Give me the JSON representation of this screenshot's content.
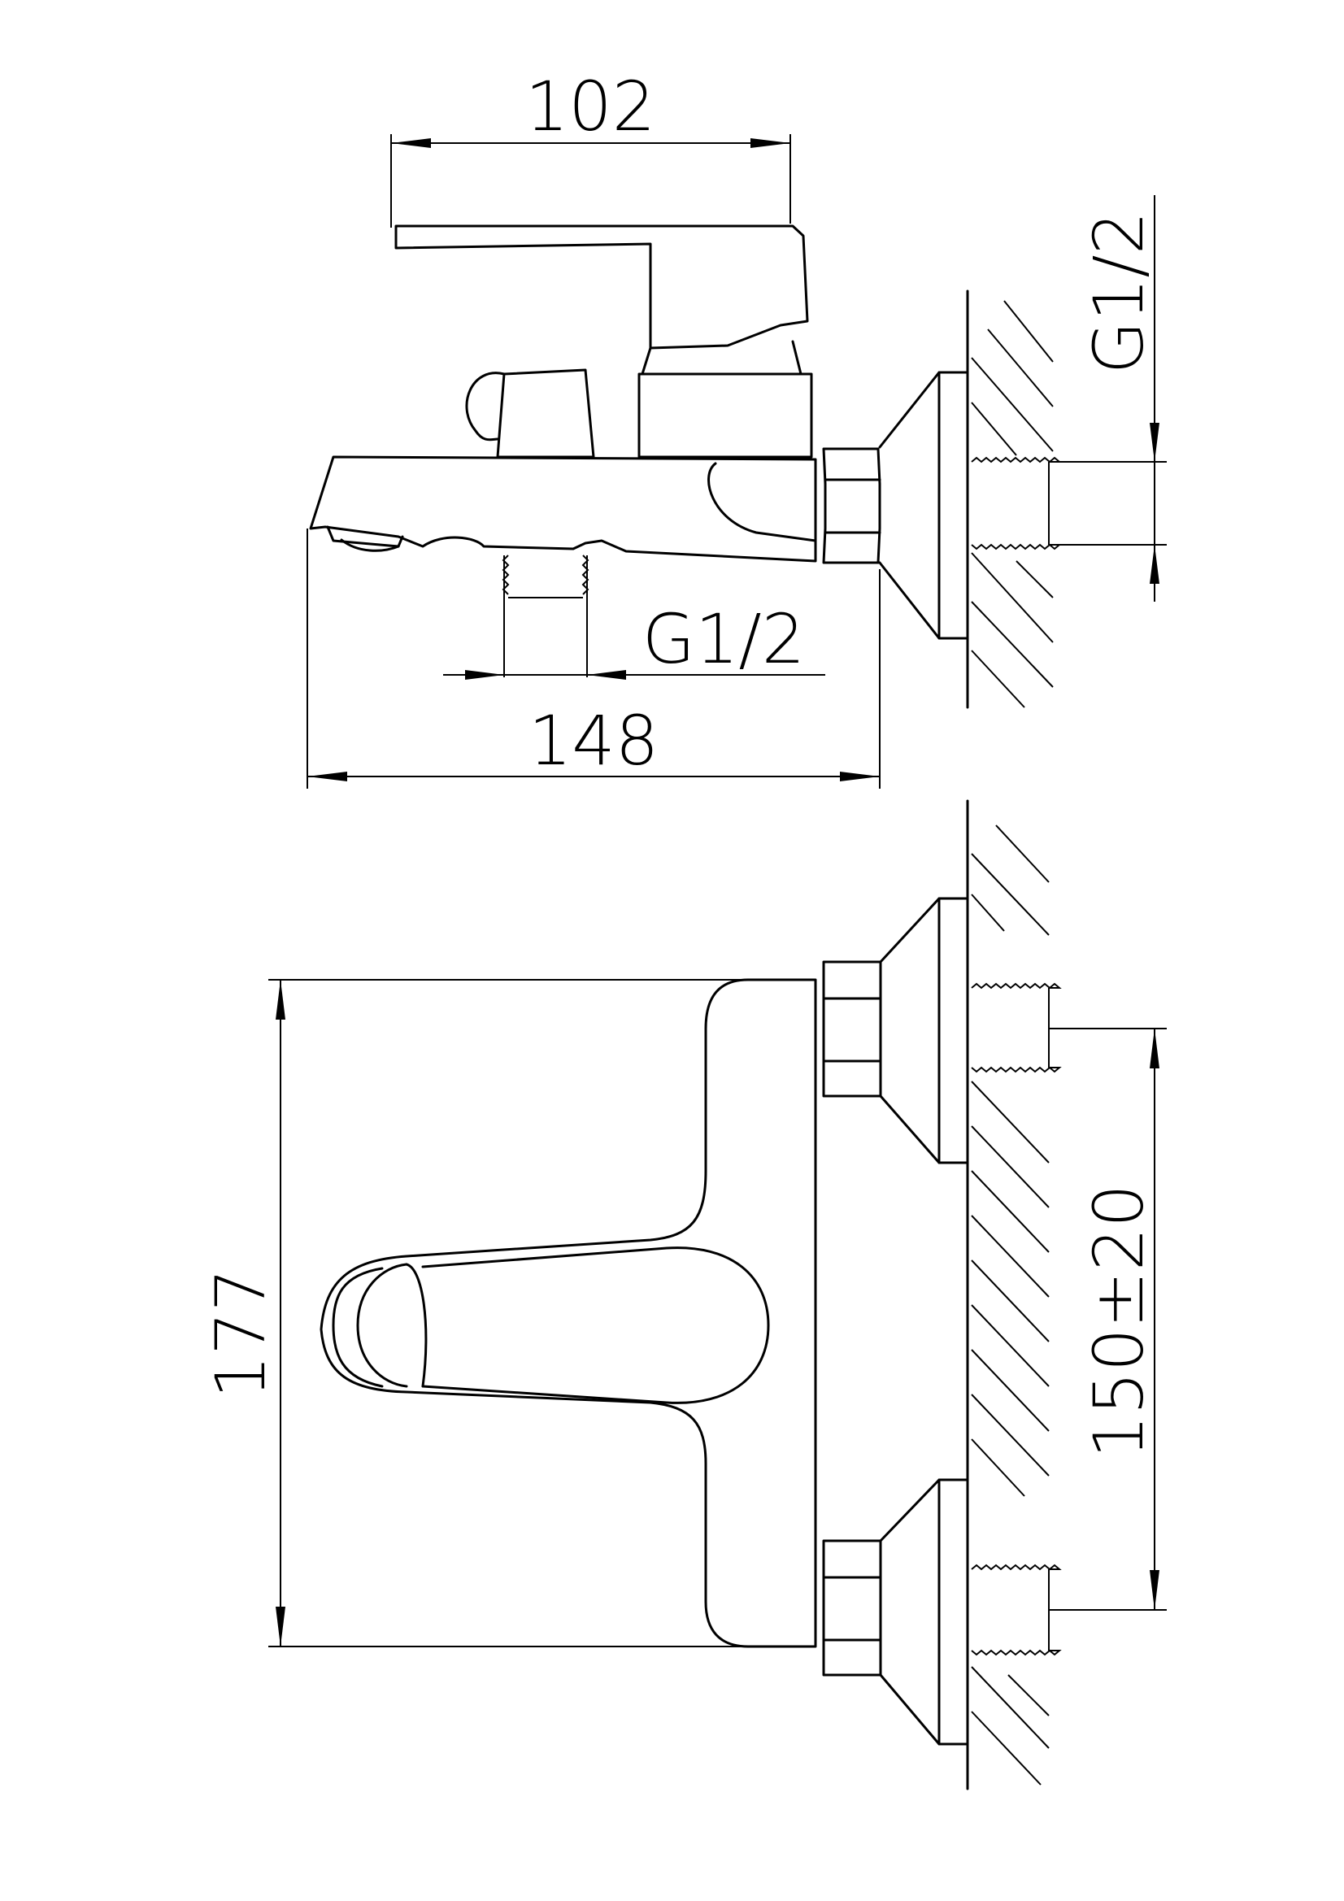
{
  "dimensions": {
    "lever_length": "102",
    "total_length": "148",
    "body_height": "177",
    "inlet_spacing": "150±20"
  },
  "threads": {
    "outlet_thread": "G1/2",
    "inlet_thread": "G1/2"
  },
  "colors": {
    "line": "#000000",
    "background": "#ffffff"
  }
}
